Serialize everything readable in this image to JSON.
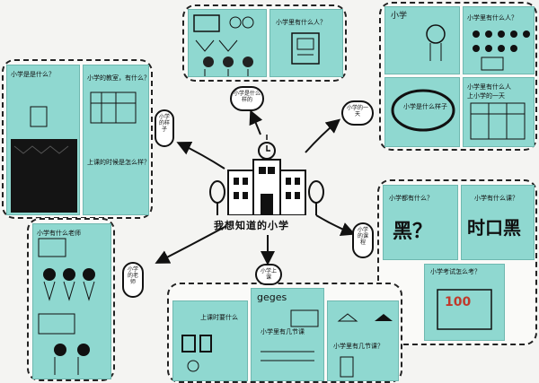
{
  "center": {
    "label": "我想知道的小学"
  },
  "bubbles": [
    {
      "id": "top",
      "text": "小学是什么样的"
    },
    {
      "id": "left",
      "text": "小学的样子"
    },
    {
      "id": "topright",
      "text": "小学的一天"
    },
    {
      "id": "right",
      "text": "小学的课程"
    },
    {
      "id": "leftbottom",
      "text": "小学的老师"
    },
    {
      "id": "bottom",
      "text": "小学上课"
    }
  ],
  "cards": {
    "tl_q": "小学是是什么？",
    "tl_a": "小学的教室，有什么？",
    "tl_b": "上课的时候是怎么样？",
    "top_q": "小学里有什么人？",
    "tr_1": "小学",
    "tr_2": "小学里有什么人？",
    "tr_3": "小学是什么样子",
    "tr_4": "小学里有什么人",
    "tr_5": "上小学的一天",
    "r_1": "小学都有什么？",
    "r_2": "小学有什么课？",
    "r_3": "小学考试怎么考？",
    "r_big1": "黑？",
    "r_big2": "时口黑",
    "r_score": "100",
    "lb_1": "小学有什么老师",
    "b_1": "上课时要什么",
    "b_2": "小学里有几节课",
    "b_3": "geges",
    "b_4": "小学里有几节课？"
  }
}
